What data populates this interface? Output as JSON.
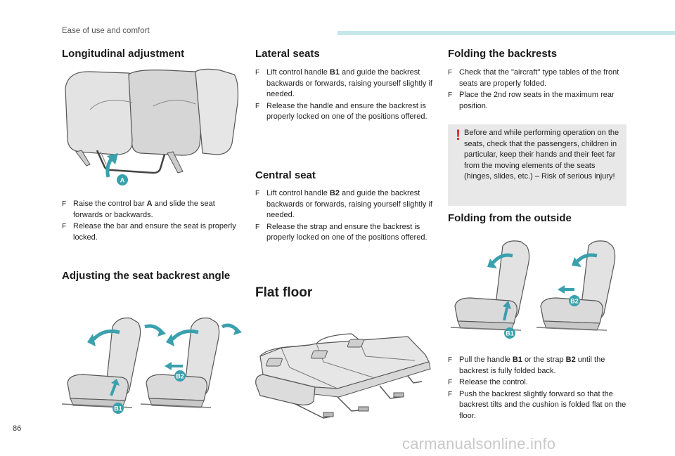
{
  "header": {
    "section_title": "Ease of use and comfort"
  },
  "page_number": "86",
  "watermark": "carmanualsonline.info",
  "accent_color": "#3aa0ad",
  "warning_color": "#e0232a",
  "col1": {
    "title": "Longitudinal adjustment",
    "bullets": [
      {
        "marker": "F",
        "pre": "Raise the control bar ",
        "bold": "A",
        "post": " and slide the seat forwards or backwards."
      },
      {
        "marker": "F",
        "pre": "Release the bar and ensure the seat is properly locked.",
        "bold": "",
        "post": ""
      }
    ],
    "label_a": "A",
    "backrest_title": "Adjusting the seat backrest angle",
    "label_b1": "B1",
    "label_b2": "B2"
  },
  "col2": {
    "lateral_title": "Lateral seats",
    "lateral_bullets": [
      {
        "marker": "F",
        "pre": "Lift control handle ",
        "bold": "B1",
        "post": " and guide the backrest backwards or forwards, raising yourself slightly if needed."
      },
      {
        "marker": "F",
        "pre": "Release the handle and ensure the backrest is properly locked on one of the positions offered.",
        "bold": "",
        "post": ""
      }
    ],
    "central_title": "Central seat",
    "central_bullets": [
      {
        "marker": "F",
        "pre": "Lift control handle ",
        "bold": "B2",
        "post": " and guide the backrest backwards or forwards, raising yourself slightly if needed."
      },
      {
        "marker": "F",
        "pre": "Release the strap and ensure the backrest is properly locked on one of the positions offered.",
        "bold": "",
        "post": ""
      }
    ],
    "flat_title": "Flat floor"
  },
  "col3": {
    "folding_title": "Folding the backrests",
    "folding_bullets": [
      {
        "marker": "F",
        "pre": "Check that the \"aircraft\" type tables of the front seats are properly folded.",
        "bold": "",
        "post": ""
      },
      {
        "marker": "F",
        "pre": "Place the 2nd row seats in the maximum rear position.",
        "bold": "",
        "post": ""
      }
    ],
    "warning_mark": "!",
    "warning_text": "Before and while performing operation on the seats, check that the passengers, children in particular, keep their hands and their feet far from the moving elements of the seats (hinges, slides, etc.) – Risk of serious injury!",
    "outside_title": "Folding from the outside",
    "outside_bullets": [
      {
        "marker": "F",
        "pre": "Pull the handle ",
        "bold": "B1",
        "mid": " or the strap ",
        "bold2": "B2",
        "post": "  until the backrest is fully folded back."
      },
      {
        "marker": "F",
        "pre": "Release the control.",
        "bold": "",
        "mid": "",
        "bold2": "",
        "post": ""
      },
      {
        "marker": "F",
        "pre": "Push the backrest slightly forward so that the backrest tilts and the cushion is folded flat on the floor.",
        "bold": "",
        "mid": "",
        "bold2": "",
        "post": ""
      }
    ]
  }
}
